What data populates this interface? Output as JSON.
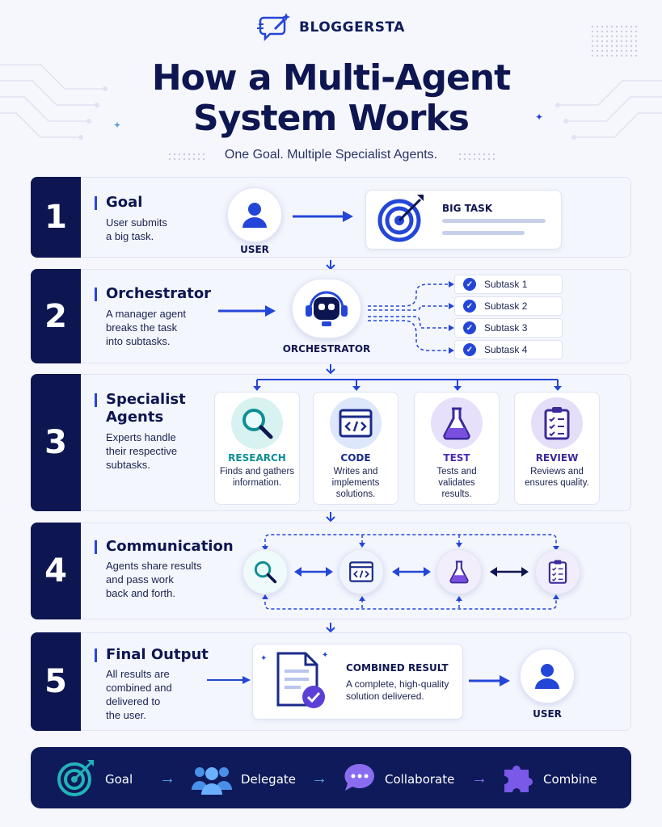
{
  "brand": {
    "name": "BLOGGERSTA"
  },
  "header": {
    "title_line1": "How a Multi-Agent",
    "title_line2": "System Works",
    "subtitle": "One Goal. Multiple Specialist Agents."
  },
  "steps": [
    {
      "number": "1",
      "title": "Goal",
      "desc_lines": [
        "User submits",
        "a big task."
      ]
    },
    {
      "number": "2",
      "title": "Orchestrator",
      "desc_lines": [
        "A manager agent",
        "breaks the task",
        "into subtasks."
      ]
    },
    {
      "number": "3",
      "title_lines": [
        "Specialist",
        "Agents"
      ],
      "desc_lines": [
        "Experts handle",
        "their respective",
        "subtasks."
      ]
    },
    {
      "number": "4",
      "title": "Communication",
      "desc_lines": [
        "Agents share results",
        "and pass work",
        "back and forth."
      ]
    },
    {
      "number": "5",
      "title": "Final Output",
      "desc_lines": [
        "All results are",
        "combined and",
        "delivered to",
        "the user."
      ]
    }
  ],
  "step1": {
    "user_label": "USER",
    "task_label": "BIG TASK"
  },
  "step2": {
    "orchestrator_label": "ORCHESTRATOR",
    "subtasks": [
      "Subtask 1",
      "Subtask 2",
      "Subtask 3",
      "Subtask 4"
    ]
  },
  "agents": [
    {
      "name": "RESEARCH",
      "desc_lines": [
        "Finds and gathers",
        "information."
      ],
      "icon": "magnifier-icon",
      "color": "#0e8f94"
    },
    {
      "name": "CODE",
      "desc_lines": [
        "Writes and",
        "implements",
        "solutions."
      ],
      "icon": "code-window-icon",
      "color": "#1a2a8a"
    },
    {
      "name": "TEST",
      "desc_lines": [
        "Tests and",
        "validates",
        "results."
      ],
      "icon": "flask-icon",
      "color": "#4a2ab0"
    },
    {
      "name": "REVIEW",
      "desc_lines": [
        "Reviews and",
        "ensures quality."
      ],
      "icon": "clipboard-icon",
      "color": "#3a2a9a"
    }
  ],
  "step5": {
    "result_title": "COMBINED RESULT",
    "result_desc_lines": [
      "A complete, high-quality",
      "solution delivered."
    ],
    "user_label": "USER"
  },
  "footer": {
    "items": [
      {
        "label": "Goal",
        "icon": "target-icon"
      },
      {
        "label": "Delegate",
        "icon": "people-icon"
      },
      {
        "label": "Collaborate",
        "icon": "chat-bubble-icon"
      },
      {
        "label": "Combine",
        "icon": "puzzle-icon"
      }
    ]
  },
  "colors": {
    "navy": "#0d1650",
    "accent_blue": "#2446d8",
    "teal": "#22b3b8",
    "purple": "#6a3fd0"
  }
}
